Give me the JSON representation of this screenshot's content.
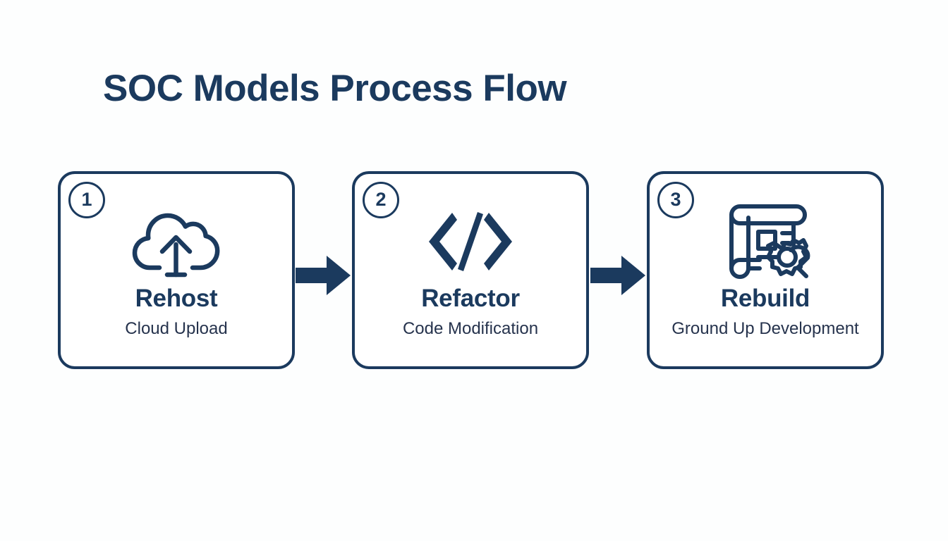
{
  "page": {
    "title": "SOC Models Process Flow",
    "background_color": "#fdfefe",
    "accent_color": "#1b3a5e",
    "subtitle_color": "#26334d"
  },
  "flow": {
    "steps": [
      {
        "number": "1",
        "title": "Rehost",
        "subtitle": "Cloud Upload",
        "icon": "cloud-upload-icon"
      },
      {
        "number": "2",
        "title": "Refactor",
        "subtitle": "Code Modification",
        "icon": "code-brackets-icon"
      },
      {
        "number": "3",
        "title": "Rebuild",
        "subtitle": "Ground Up Development",
        "icon": "blueprint-gear-wrench-icon"
      }
    ],
    "connectors": [
      {
        "from": "Rehost",
        "to": "Refactor",
        "icon": "arrow-right-icon"
      },
      {
        "from": "Refactor",
        "to": "Rebuild",
        "icon": "arrow-right-icon"
      }
    ]
  }
}
